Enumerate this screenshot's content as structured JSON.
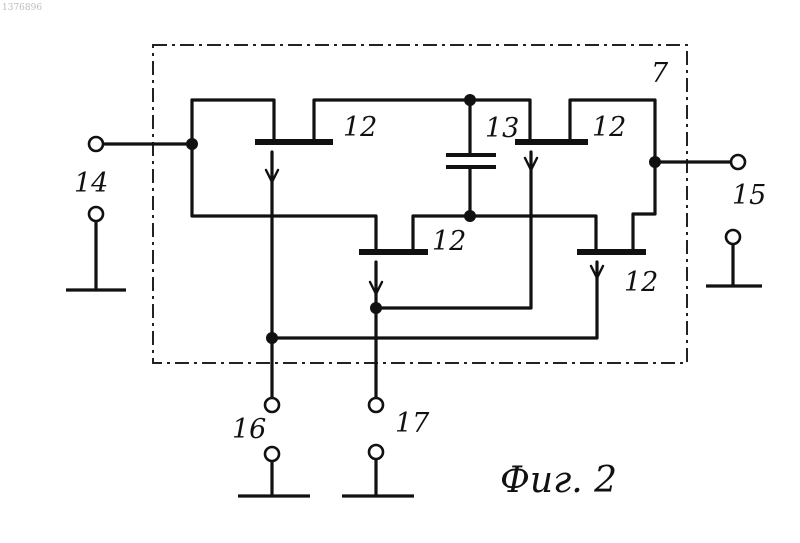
{
  "corner_mark": "1376896",
  "block_label": "7",
  "transistor_labels": [
    "12",
    "12",
    "12",
    "12"
  ],
  "capacitor_label": "13",
  "terminals": {
    "input_left": "14",
    "output_right": "15",
    "control_a": "16",
    "control_b": "17"
  },
  "caption": "Фиг. 2"
}
